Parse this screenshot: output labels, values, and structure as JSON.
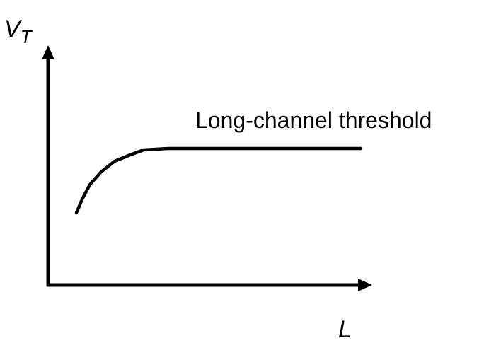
{
  "y_axis": {
    "symbol": "V",
    "subscript": "T"
  },
  "x_axis": {
    "symbol": "L"
  },
  "curve_annotation": "Long-channel threshold",
  "colors": {
    "stroke": "#000000",
    "background": "#ffffff"
  }
}
